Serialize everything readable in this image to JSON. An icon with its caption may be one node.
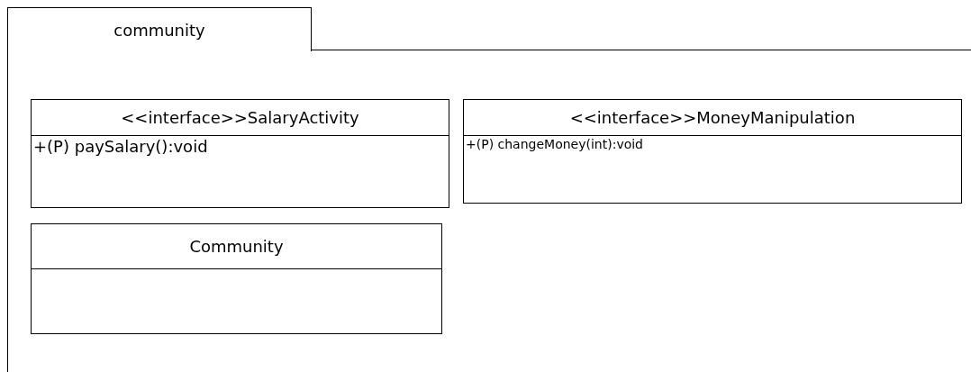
{
  "diagram": {
    "nodes": [
      {
        "text": [
          "community"
        ]
      },
      {
        "text": [
          "<<interface>>SalaryActivity",
          "+(P) paySalary():void"
        ],
        "in": 0
      },
      {
        "text": [
          "<<interface>>MoneyManipulation",
          "+(P) changeMoney(int):void"
        ],
        "in": 0
      },
      {
        "text": [
          "Community"
        ],
        "in": 0
      }
    ]
  }
}
